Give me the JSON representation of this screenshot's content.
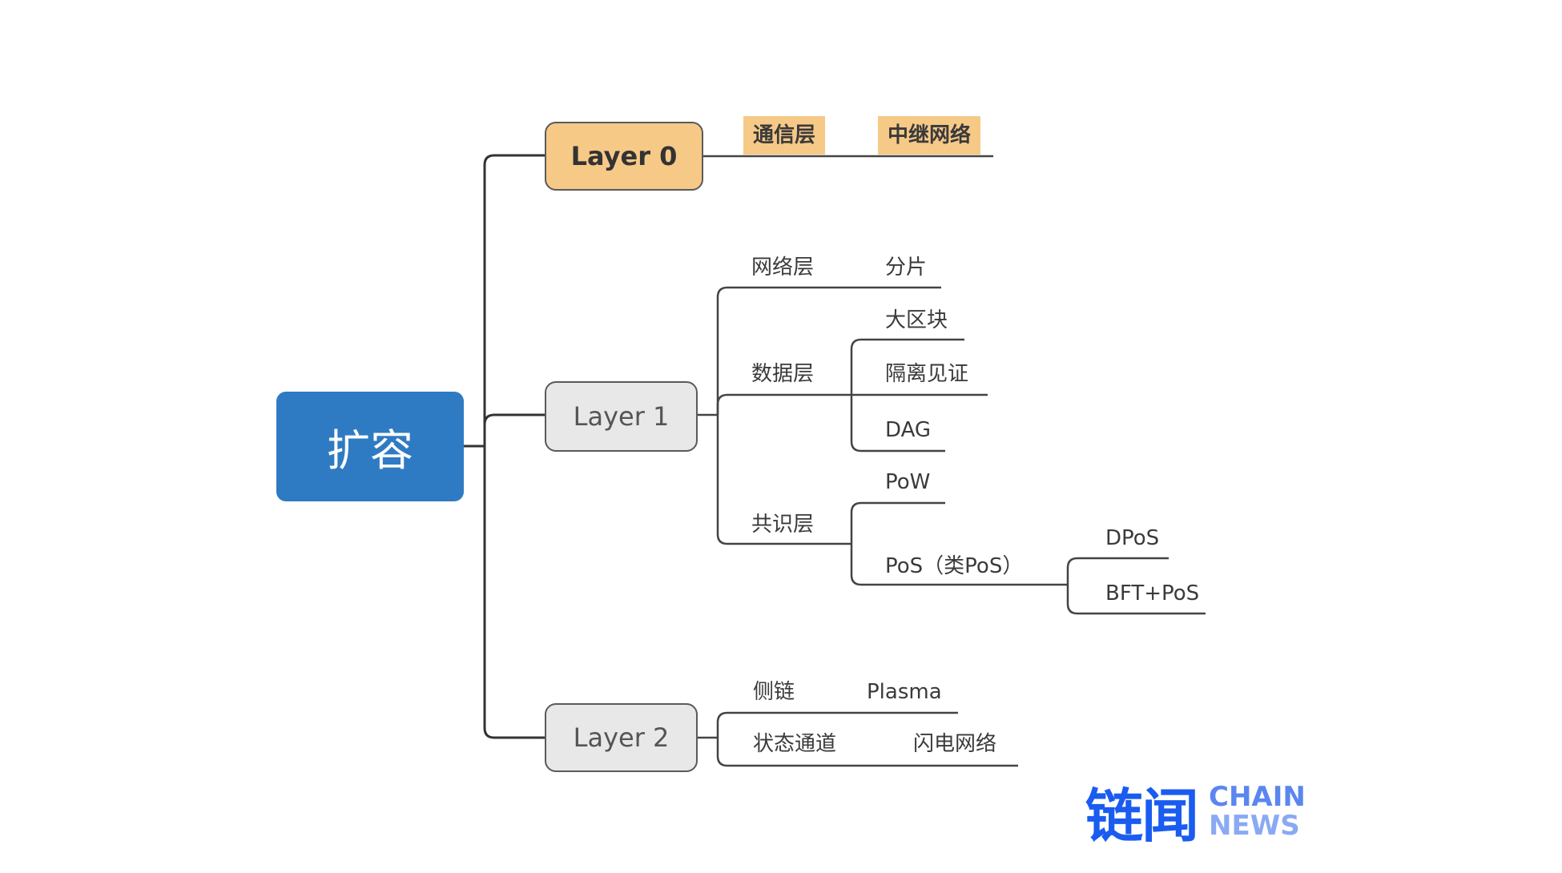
{
  "root": {
    "label": "扩容",
    "color": "#2f7bc3"
  },
  "branches": [
    {
      "label": "Layer 0",
      "color": "#f6c987",
      "children": [
        {
          "label": "通信层",
          "highlight": true,
          "children": [
            {
              "label": "中继网络",
              "highlight": true
            }
          ]
        }
      ]
    },
    {
      "label": "Layer 1",
      "color": "#e8e8e8",
      "children": [
        {
          "label": "网络层",
          "children": [
            {
              "label": "分片"
            }
          ]
        },
        {
          "label": "数据层",
          "children": [
            {
              "label": "大区块"
            },
            {
              "label": "隔离见证"
            },
            {
              "label": "DAG"
            }
          ]
        },
        {
          "label": "共识层",
          "children": [
            {
              "label": "PoW"
            },
            {
              "label": "PoS（类PoS）",
              "children": [
                {
                  "label": "DPoS"
                },
                {
                  "label": "BFT+PoS"
                }
              ]
            }
          ]
        }
      ]
    },
    {
      "label": "Layer 2",
      "color": "#e8e8e8",
      "children": [
        {
          "label": "侧链",
          "children": [
            {
              "label": "Plasma"
            }
          ]
        },
        {
          "label": "状态通道",
          "children": [
            {
              "label": "闪电网络"
            }
          ]
        }
      ]
    }
  ],
  "logo": {
    "cn": "链闻",
    "en_line1": "CHAIN",
    "en_line2": "NEWS",
    "color": "#1a5cf0"
  }
}
